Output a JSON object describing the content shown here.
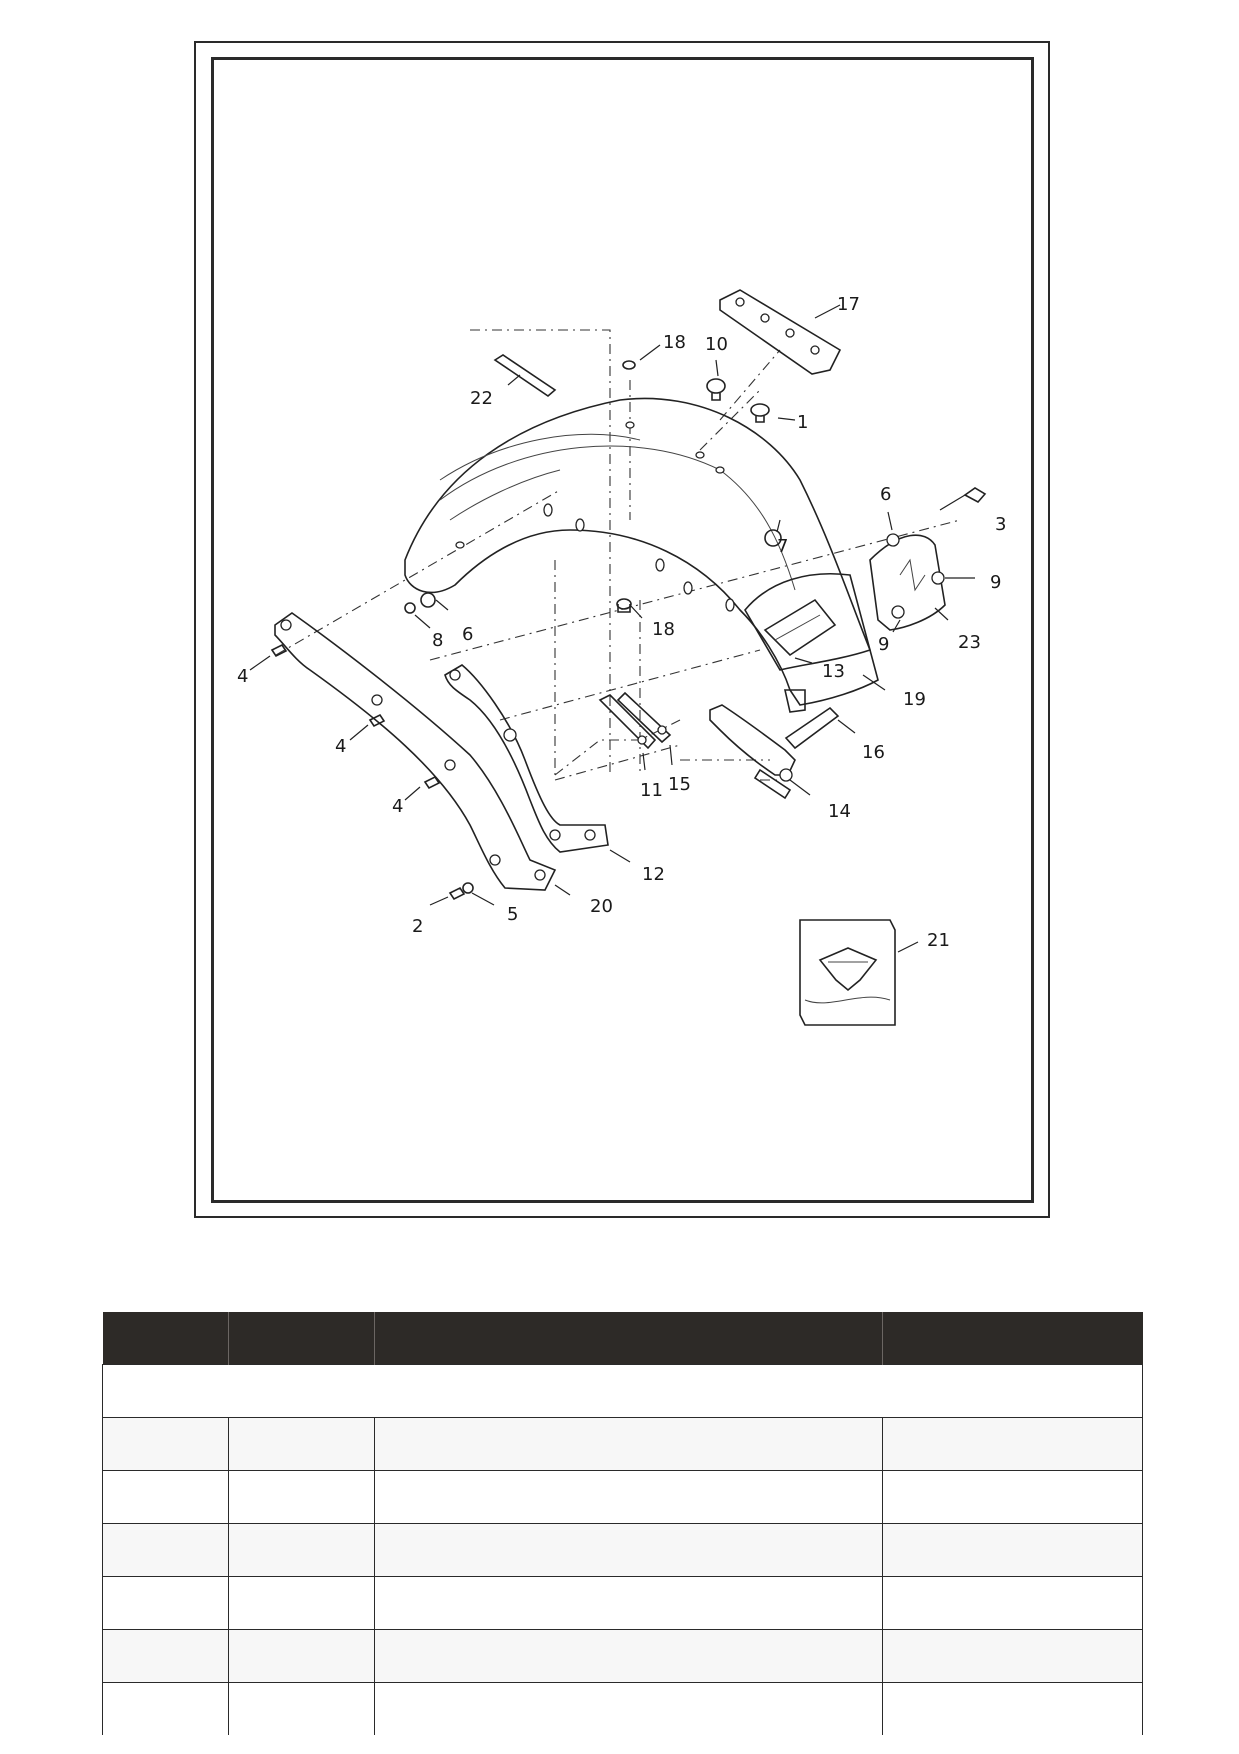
{
  "callouts": [
    {
      "id": "c1",
      "label": "1"
    },
    {
      "id": "c2",
      "label": "2"
    },
    {
      "id": "c3",
      "label": "3"
    },
    {
      "id": "c4a",
      "label": "4"
    },
    {
      "id": "c4b",
      "label": "4"
    },
    {
      "id": "c4c",
      "label": "4"
    },
    {
      "id": "c5",
      "label": "5"
    },
    {
      "id": "c6a",
      "label": "6"
    },
    {
      "id": "c6b",
      "label": "6"
    },
    {
      "id": "c7",
      "label": "7"
    },
    {
      "id": "c8",
      "label": "8"
    },
    {
      "id": "c9a",
      "label": "9"
    },
    {
      "id": "c9b",
      "label": "9"
    },
    {
      "id": "c10",
      "label": "10"
    },
    {
      "id": "c11",
      "label": "11"
    },
    {
      "id": "c12",
      "label": "12"
    },
    {
      "id": "c13",
      "label": "13"
    },
    {
      "id": "c14",
      "label": "14"
    },
    {
      "id": "c15",
      "label": "15"
    },
    {
      "id": "c16",
      "label": "16"
    },
    {
      "id": "c17",
      "label": "17"
    },
    {
      "id": "c18a",
      "label": "18"
    },
    {
      "id": "c18b",
      "label": "18"
    },
    {
      "id": "c19",
      "label": "19"
    },
    {
      "id": "c20",
      "label": "20"
    },
    {
      "id": "c21",
      "label": "21"
    },
    {
      "id": "c22",
      "label": "22"
    },
    {
      "id": "c23",
      "label": "23"
    }
  ],
  "colors": {
    "table_header": "#2d2a27",
    "row_shaded": "#f7f7f7",
    "line": "#222222"
  }
}
